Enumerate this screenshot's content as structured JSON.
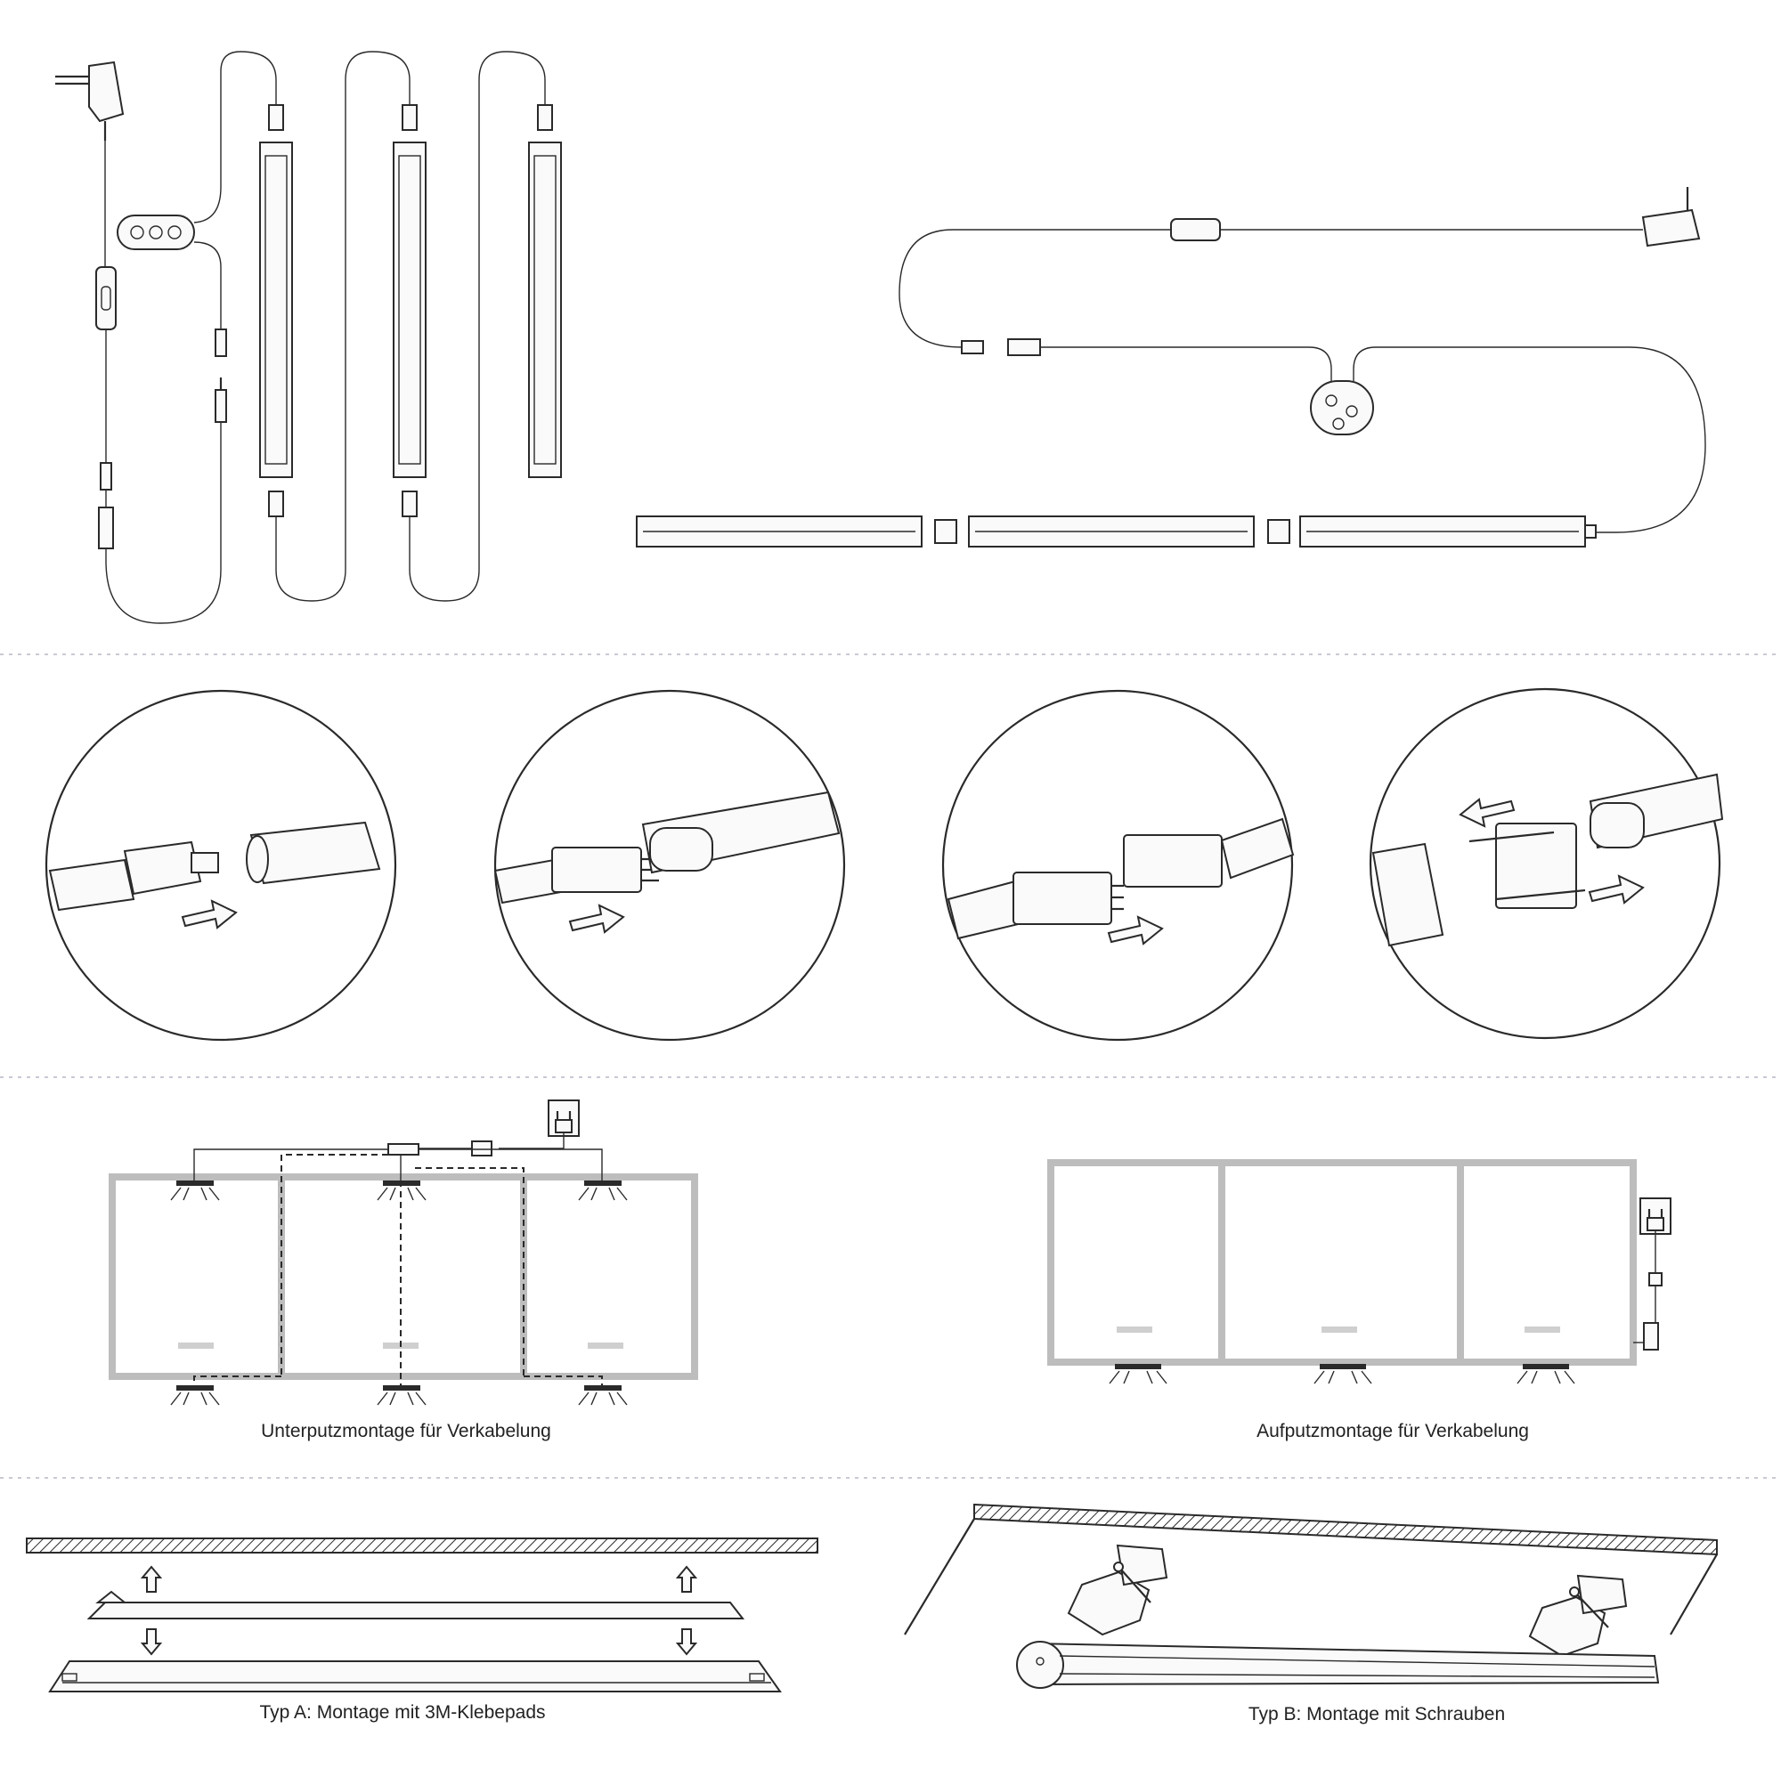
{
  "captions": {
    "concealed_wiring": "Unterputzmontage für Verkabelung",
    "surface_wiring": "Aufputzmontage für Verkabelung",
    "type_a": "Typ A: Montage mit 3M-Klebepads",
    "type_b": "Typ B: Montage mit Schrauben"
  },
  "colors": {
    "line": "#2a2a2a",
    "cabinet": "#bdbdbd",
    "separator": "#c9c9d4"
  },
  "icons": [
    "plug-adapter-icon",
    "controller-icon",
    "switch-icon",
    "arrow-right-icon",
    "arrow-left-icon",
    "arrow-up-icon",
    "arrow-down-icon",
    "screw-icon",
    "wall-socket-icon"
  ]
}
